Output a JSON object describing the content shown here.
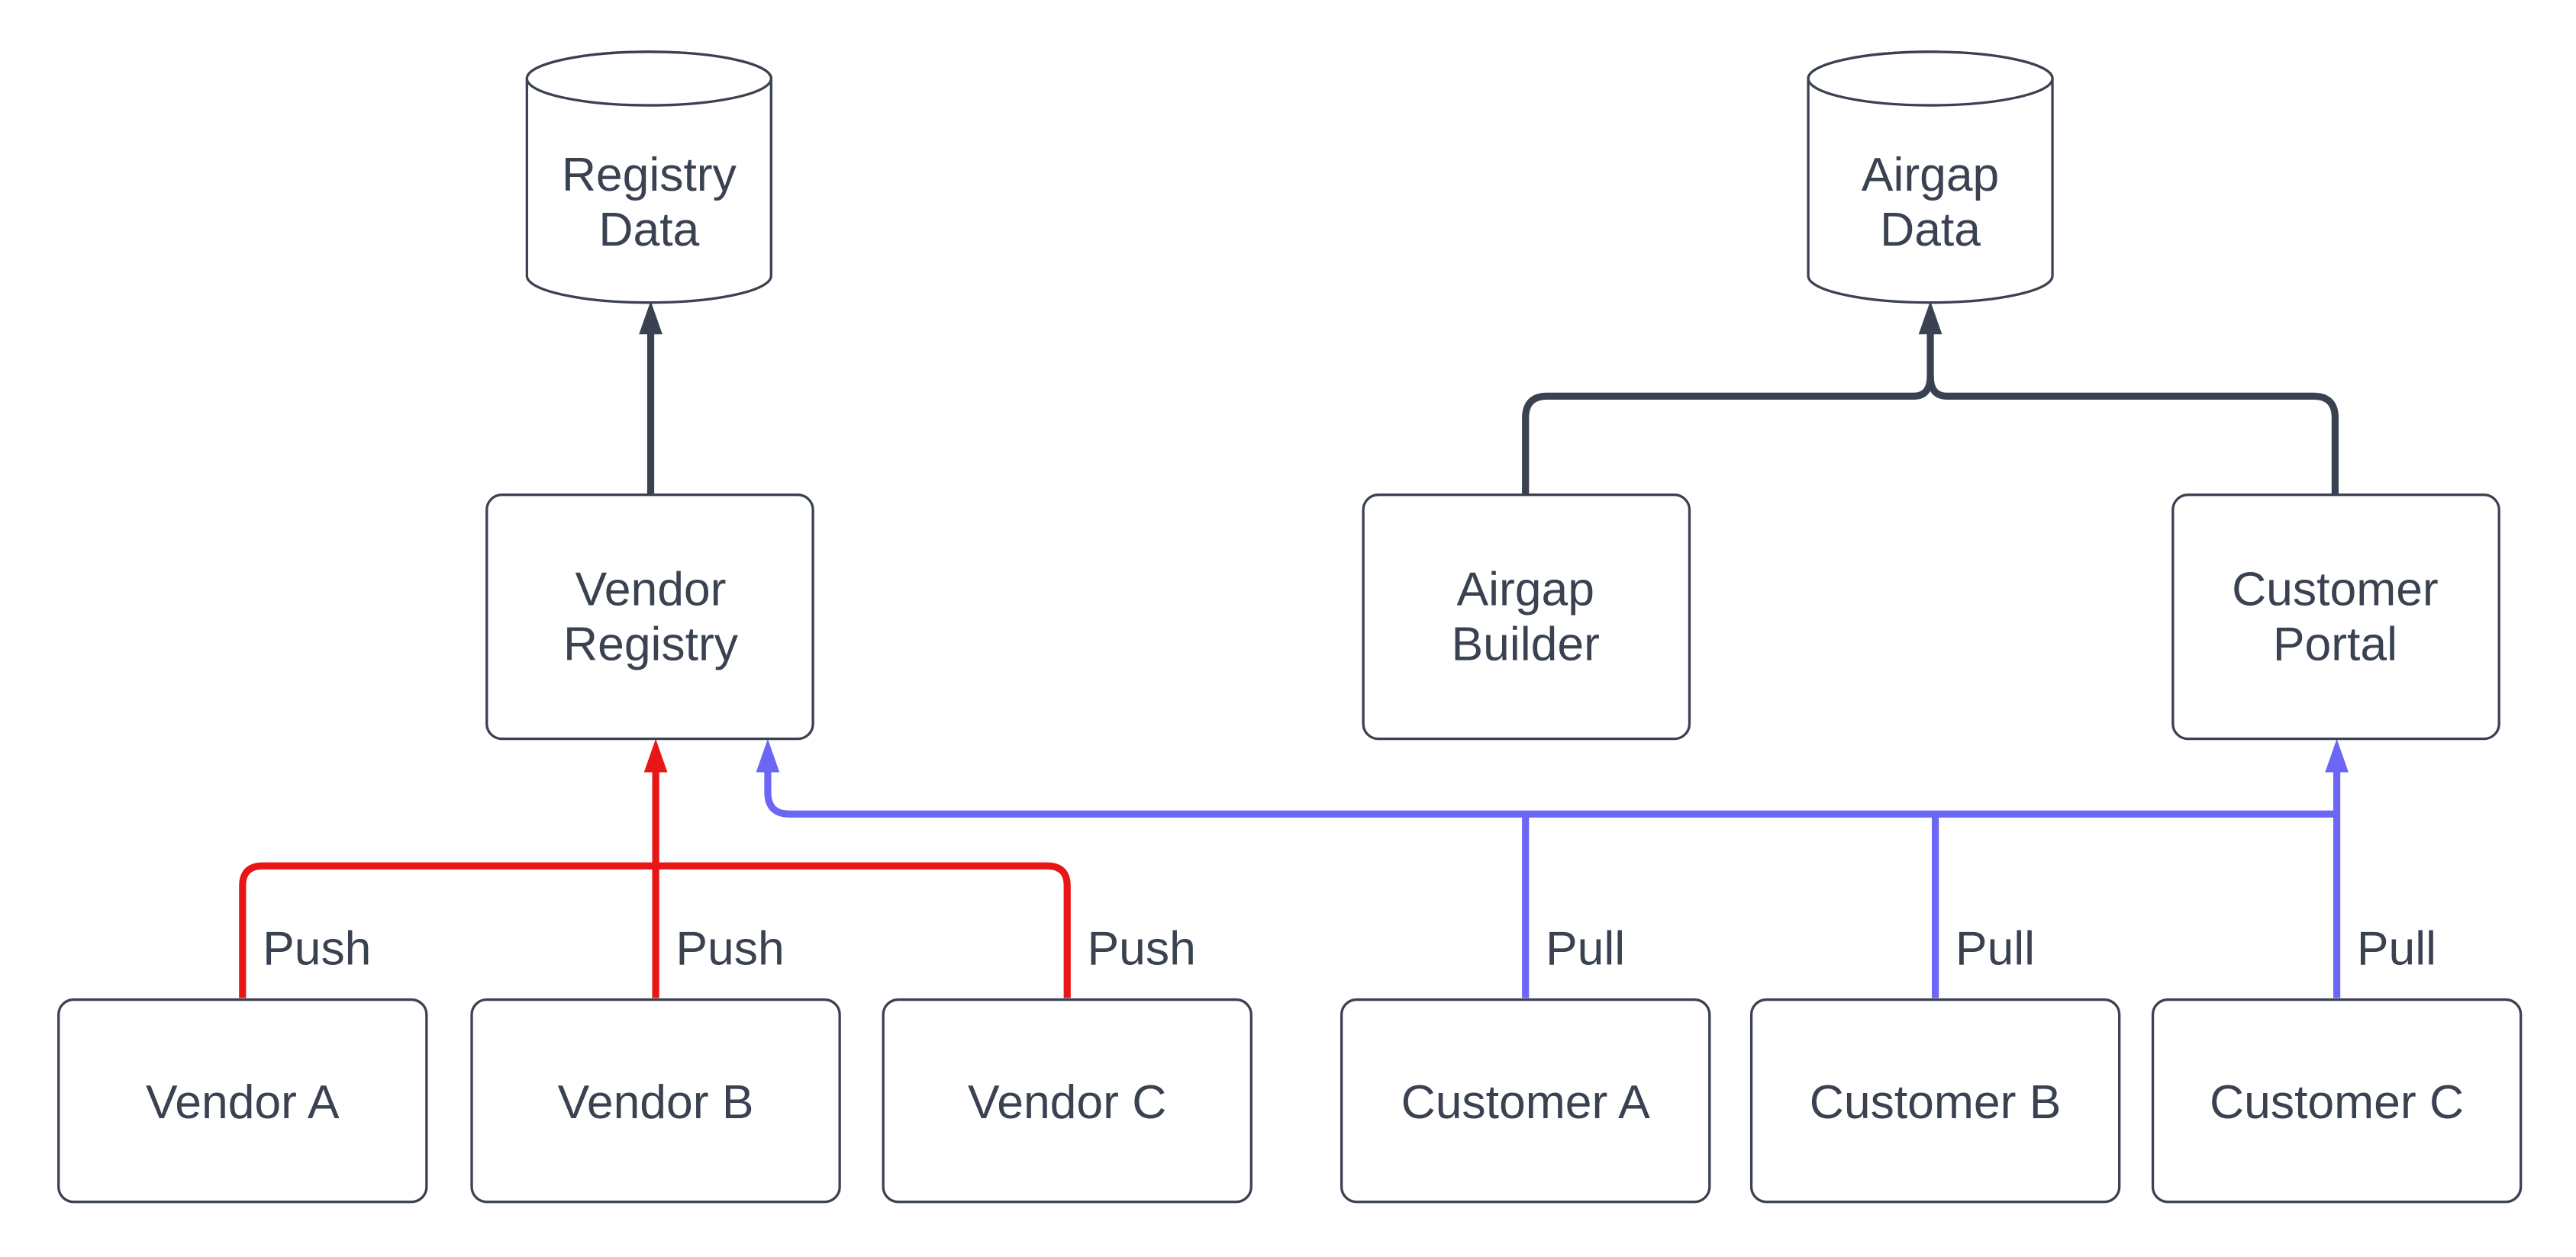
{
  "colors": {
    "stroke_dark": "#3a4150",
    "push_red": "#e81616",
    "pull_blue": "#6b66f5",
    "node_fill": "#ffffff",
    "background": "#ffffff"
  },
  "nodes": {
    "registry_data": {
      "type": "cylinder",
      "lines": [
        "Registry",
        "Data"
      ]
    },
    "airgap_data": {
      "type": "cylinder",
      "lines": [
        "Airgap",
        "Data"
      ]
    },
    "vendor_registry": {
      "type": "box",
      "lines": [
        "Vendor",
        "Registry"
      ]
    },
    "airgap_builder": {
      "type": "box",
      "lines": [
        "Airgap",
        "Builder"
      ]
    },
    "customer_portal": {
      "type": "box",
      "lines": [
        "Customer",
        "Portal"
      ]
    },
    "vendor_a": {
      "type": "box",
      "label": "Vendor A"
    },
    "vendor_b": {
      "type": "box",
      "label": "Vendor B"
    },
    "vendor_c": {
      "type": "box",
      "label": "Vendor C"
    },
    "customer_a": {
      "type": "box",
      "label": "Customer A"
    },
    "customer_b": {
      "type": "box",
      "label": "Customer B"
    },
    "customer_c": {
      "type": "box",
      "label": "Customer C"
    }
  },
  "edges": [
    {
      "from": "Vendor Registry",
      "to": "Registry Data",
      "label": "",
      "color": "dark"
    },
    {
      "from": "Airgap Builder",
      "to": "Airgap Data",
      "label": "",
      "color": "dark"
    },
    {
      "from": "Customer Portal",
      "to": "Airgap Data",
      "label": "",
      "color": "dark"
    },
    {
      "from": "Vendor A",
      "to": "Vendor Registry",
      "label": "Push",
      "color": "red"
    },
    {
      "from": "Vendor B",
      "to": "Vendor Registry",
      "label": "Push",
      "color": "red"
    },
    {
      "from": "Vendor C",
      "to": "Vendor Registry",
      "label": "Push",
      "color": "red"
    },
    {
      "from": "Customer A",
      "to": "Vendor Registry",
      "label": "Pull",
      "color": "blue"
    },
    {
      "from": "Customer B",
      "to": "Vendor Registry",
      "label": "Pull",
      "color": "blue"
    },
    {
      "from": "Customer C",
      "to": "Customer Portal",
      "label": "Pull",
      "color": "blue"
    }
  ]
}
